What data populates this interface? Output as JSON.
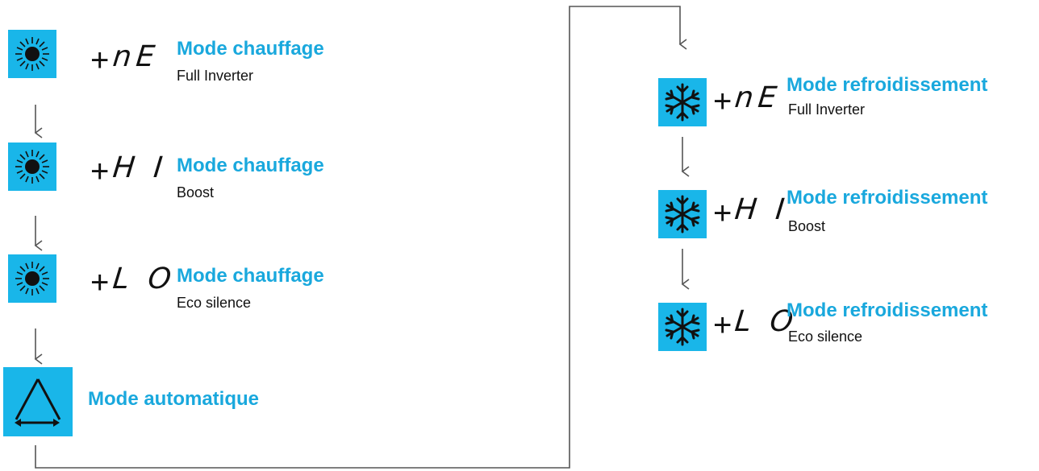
{
  "colors": {
    "accent": "#19b6e9",
    "title": "#19a8dd",
    "line": "#555555"
  },
  "plus_sign": "+",
  "left_column": [
    {
      "icon": "sun-icon",
      "code": "nE",
      "title": "Mode chauffage",
      "subtitle": "Full Inverter"
    },
    {
      "icon": "sun-icon",
      "code": "H I",
      "title": "Mode chauffage",
      "subtitle": "Boost"
    },
    {
      "icon": "sun-icon",
      "code": "L O",
      "title": "Mode chauffage",
      "subtitle": "Eco silence"
    },
    {
      "icon": "triangle-recycle-icon",
      "title": "Mode automatique"
    }
  ],
  "right_column": [
    {
      "icon": "snowflake-icon",
      "code": "nE",
      "title": "Mode refroidissement",
      "subtitle": "Full Inverter"
    },
    {
      "icon": "snowflake-icon",
      "code": "H I",
      "title": "Mode refroidissement",
      "subtitle": "Boost"
    },
    {
      "icon": "snowflake-icon",
      "code": "L O",
      "title": "Mode refroidissement",
      "subtitle": "Eco silence"
    }
  ]
}
